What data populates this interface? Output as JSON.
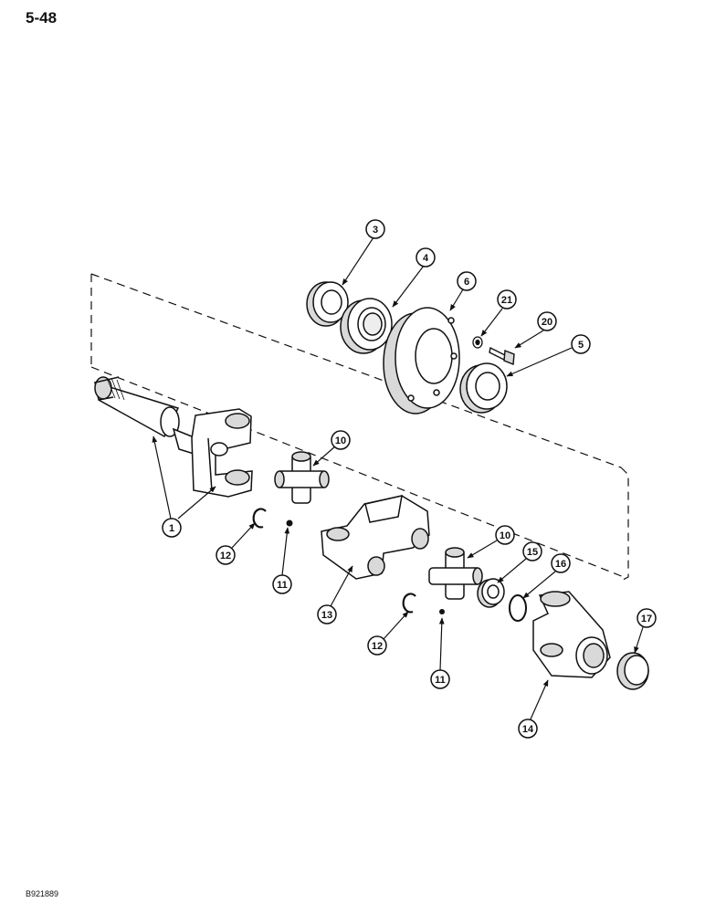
{
  "page_number": "5-48",
  "figure_code": "B921889",
  "callouts": [
    {
      "id": "c1",
      "label": "1"
    },
    {
      "id": "c3",
      "label": "3"
    },
    {
      "id": "c4",
      "label": "4"
    },
    {
      "id": "c5",
      "label": "5"
    },
    {
      "id": "c6",
      "label": "6"
    },
    {
      "id": "c10a",
      "label": "10"
    },
    {
      "id": "c10b",
      "label": "10"
    },
    {
      "id": "c11a",
      "label": "11"
    },
    {
      "id": "c11b",
      "label": "11"
    },
    {
      "id": "c12a",
      "label": "12"
    },
    {
      "id": "c12b",
      "label": "12"
    },
    {
      "id": "c13",
      "label": "13"
    },
    {
      "id": "c14",
      "label": "14"
    },
    {
      "id": "c15",
      "label": "15"
    },
    {
      "id": "c16",
      "label": "16"
    },
    {
      "id": "c17",
      "label": "17"
    },
    {
      "id": "c20",
      "label": "20"
    },
    {
      "id": "c21",
      "label": "21"
    }
  ],
  "colors": {
    "ink": "#111111",
    "paper": "#ffffff",
    "shade": "#d9d9d9"
  }
}
